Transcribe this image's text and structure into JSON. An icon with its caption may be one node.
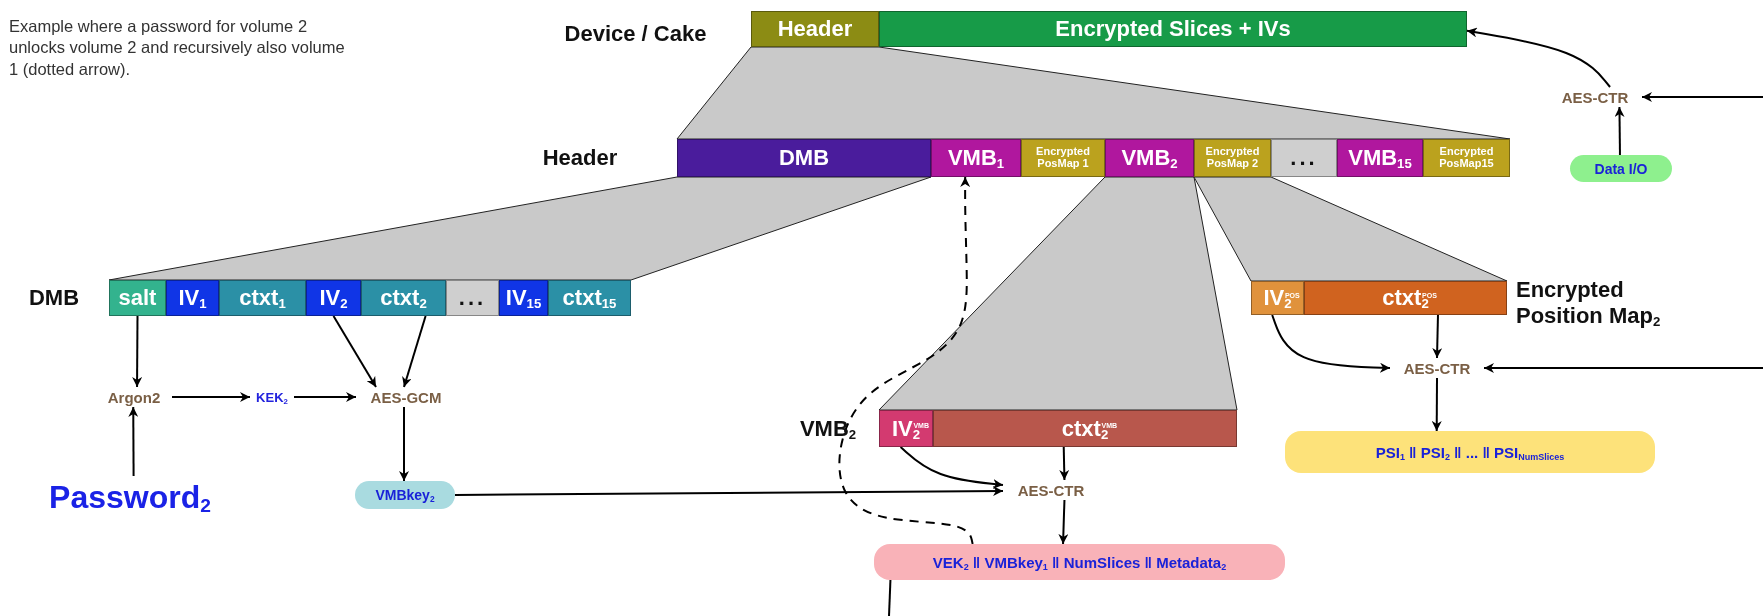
{
  "diagram": {
    "nodes": [
      {
        "text": [
          "Header"
        ]
      },
      {
        "text": [
          "Encrypted Slices + IVs"
        ]
      },
      {
        "text": [
          "DMB"
        ]
      },
      {
        "text": [
          "VMB$_{1}$"
        ]
      },
      {
        "text": [
          "Encrypted PosMap 1"
        ]
      },
      {
        "text": [
          "VMB$_{2}$"
        ]
      },
      {
        "text": [
          "Encrypted PosMap 2"
        ]
      },
      {
        "text": [
          "..."
        ]
      },
      {
        "text": [
          "VMB$_{15}$"
        ]
      },
      {
        "text": [
          "Encrypted PosMap15"
        ]
      },
      {
        "text": [
          "salt"
        ]
      },
      {
        "text": [
          "IV$_{1}$"
        ]
      },
      {
        "text": [
          "ctxt$_{1}$"
        ]
      },
      {
        "text": [
          "IV$_{2}$"
        ]
      },
      {
        "text": [
          "ctxt$_{2}$"
        ]
      },
      {
        "text": [
          "..."
        ]
      },
      {
        "text": [
          "IV$_{15}$"
        ]
      },
      {
        "text": [
          "ctxt$_{15}$"
        ]
      },
      {
        "text": [
          "Argon2"
        ]
      },
      {
        "text": [
          "KEK$_{2}$"
        ]
      },
      {
        "text": [
          "AES-GCM"
        ]
      },
      {
        "text": [
          "Password$_{2}$"
        ]
      },
      {
        "text": [
          "VMBkey$_{2}$"
        ]
      },
      {
        "text": [
          "IV$_{2}$$^{VMB}$"
        ]
      },
      {
        "text": [
          "ctxt$_{2}$$^{VMB}$"
        ]
      },
      {
        "text": [
          "AES-CTR"
        ]
      },
      {
        "text": [
          "VEK$_{2}$ ‖ VMBkey$_{1}$ ‖ NumSlices ‖ Metadata$_{2}$"
        ]
      },
      {
        "text": [
          "IV$_{2}$$^{POS}$"
        ]
      },
      {
        "text": [
          "ctxt$_{2}$$^{POS}$"
        ]
      },
      {
        "text": [
          "AES-CTR"
        ]
      },
      {
        "text": [
          "PSI$_{1}$ ‖ PSI$_{2}$ ‖ ... ‖ PSI$_{NumSlices}$"
        ]
      },
      {
        "text": [
          "AES-CTR"
        ]
      },
      {
        "text": [
          "Data I/O"
        ]
      }
    ],
    "edges": [
      {
        "from": 10,
        "to": 18,
        "arrow": "to"
      },
      {
        "from": 21,
        "to": 18,
        "arrow": "to"
      },
      {
        "from": 18,
        "to": 19,
        "arrow": "to"
      },
      {
        "from": 19,
        "to": 20,
        "arrow": "to"
      },
      {
        "from": 13,
        "to": 20,
        "arrow": "to"
      },
      {
        "from": 14,
        "to": 20,
        "arrow": "to"
      },
      {
        "from": 20,
        "to": 22,
        "arrow": "to"
      },
      {
        "from": 22,
        "to": 25,
        "arrow": "to"
      },
      {
        "from": 23,
        "to": 25,
        "arrow": "to"
      },
      {
        "from": 24,
        "to": 25,
        "arrow": "to"
      },
      {
        "from": 25,
        "to": 26,
        "arrow": "to"
      },
      {
        "from": 26,
        "to": 3,
        "arrow": "to",
        "style": "dashed"
      },
      {
        "from": 26,
        "to": null,
        "arrow": "none"
      },
      {
        "from": 27,
        "to": 29,
        "arrow": "to"
      },
      {
        "from": 28,
        "to": 29,
        "arrow": "to"
      },
      {
        "from": null,
        "to": 29,
        "arrow": "to"
      },
      {
        "from": 29,
        "to": 30,
        "arrow": "to"
      },
      {
        "from": 32,
        "to": 31,
        "arrow": "to"
      },
      {
        "from": null,
        "to": 31,
        "arrow": "to"
      },
      {
        "from": 31,
        "to": 1,
        "arrow": "to"
      }
    ],
    "labels": [
      "Example where a password for volume 2 unlocks volume 2 and recursively also volume 1 (dotted arrow).",
      "Device / Cake",
      "Header",
      "DMB",
      "VMB$_{2}$",
      "Encrypted Position Map$_{2}$"
    ]
  }
}
